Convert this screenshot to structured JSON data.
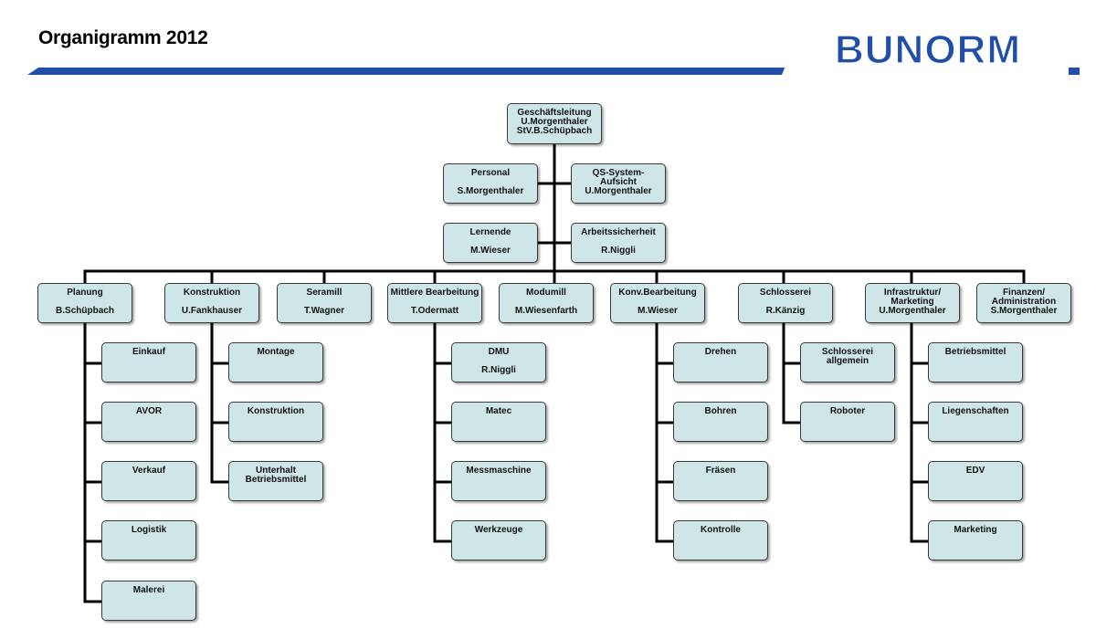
{
  "header": {
    "title": "Organigramm 2012",
    "logo_text": "BUNORM",
    "accent_color": "#1f4fa8"
  },
  "top": {
    "gl": {
      "title": "Geschäftsleitung",
      "line2": "U.Morgenthaler",
      "line3": "StV.B.Schüpbach"
    },
    "personal": {
      "title": "Personal",
      "name": "S.Morgenthaler"
    },
    "qs": {
      "title": "QS-System-\nAufsicht",
      "name": "U.Morgenthaler"
    },
    "lernende": {
      "title": "Lernende",
      "name": "M.Wieser"
    },
    "arbeit": {
      "title": "Arbeitssicherheit",
      "name": "R.Niggli"
    }
  },
  "departments": [
    {
      "title": "Planung",
      "name": "B.Schüpbach"
    },
    {
      "title": "Konstruktion",
      "name": "U.Fankhauser"
    },
    {
      "title": "Seramill",
      "name": "T.Wagner"
    },
    {
      "title": "Mittlere Bearbeitung",
      "name": "T.Odermatt"
    },
    {
      "title": "Modumill",
      "name": "M.Wiesenfarth"
    },
    {
      "title": "Konv.Bearbeitung",
      "name": "M.Wieser"
    },
    {
      "title": "Schlosserei",
      "name": "R.Känzig"
    },
    {
      "title": "Infrastruktur/\nMarketing",
      "name": "U.Morgenthaler"
    },
    {
      "title": "Finanzen/\nAdministration",
      "name": "S.Morgenthaler"
    }
  ],
  "planung_units": [
    "Einkauf",
    "AVOR",
    "Verkauf",
    "Logistik",
    "Malerei"
  ],
  "konstruktion_units": [
    "Montage",
    "Konstruktion",
    "Unterhalt\nBetriebsmittel"
  ],
  "mittlere_units": [
    {
      "title": "DMU",
      "name": "R.Niggli"
    },
    {
      "title": "Matec"
    },
    {
      "title": "Messmaschine"
    },
    {
      "title": "Werkzeuge"
    }
  ],
  "konv_units": [
    "Drehen",
    "Bohren",
    "Fräsen",
    "Kontrolle"
  ],
  "schlosserei_units": [
    "Schlosserei\nallgemein",
    "Roboter"
  ],
  "infra_units": [
    "Betriebsmittel",
    "Liegenschaften",
    "EDV",
    "Marketing"
  ]
}
